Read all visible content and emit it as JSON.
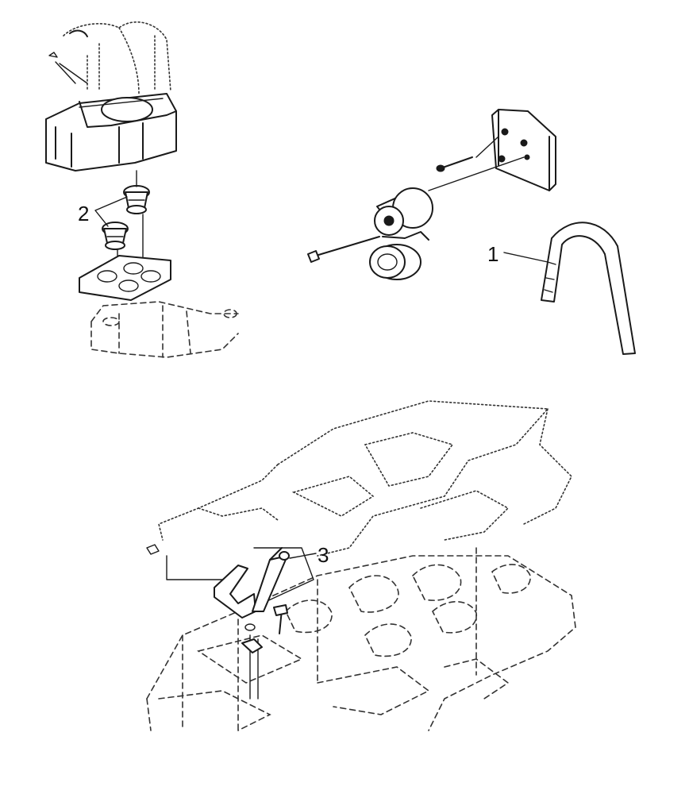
{
  "callouts": {
    "belt": "1",
    "thermostats": "2",
    "temperature_sender": "3"
  },
  "colors": {
    "ink": "#1a1a1a",
    "background": "#ffffff"
  }
}
